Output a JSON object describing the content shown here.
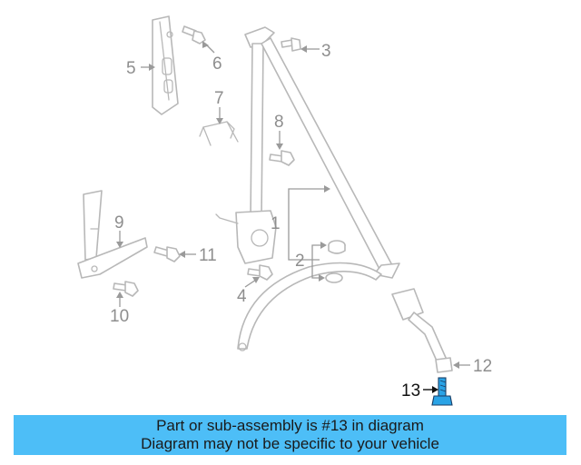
{
  "callouts": {
    "c1": "1",
    "c2": "2",
    "c3": "3",
    "c4": "4",
    "c5": "5",
    "c6": "6",
    "c7": "7",
    "c8": "8",
    "c9": "9",
    "c10": "10",
    "c11": "11",
    "c12": "12",
    "c13": "13"
  },
  "highlighted_part": "13",
  "banner": {
    "line1": "Part or sub-assembly is #13 in diagram",
    "line2": "Diagram may not be specific to your vehicle",
    "background": "#4dbef7"
  },
  "colors": {
    "part_outline": "#b8b8b8",
    "highlight_part": "#2aa3e6"
  }
}
